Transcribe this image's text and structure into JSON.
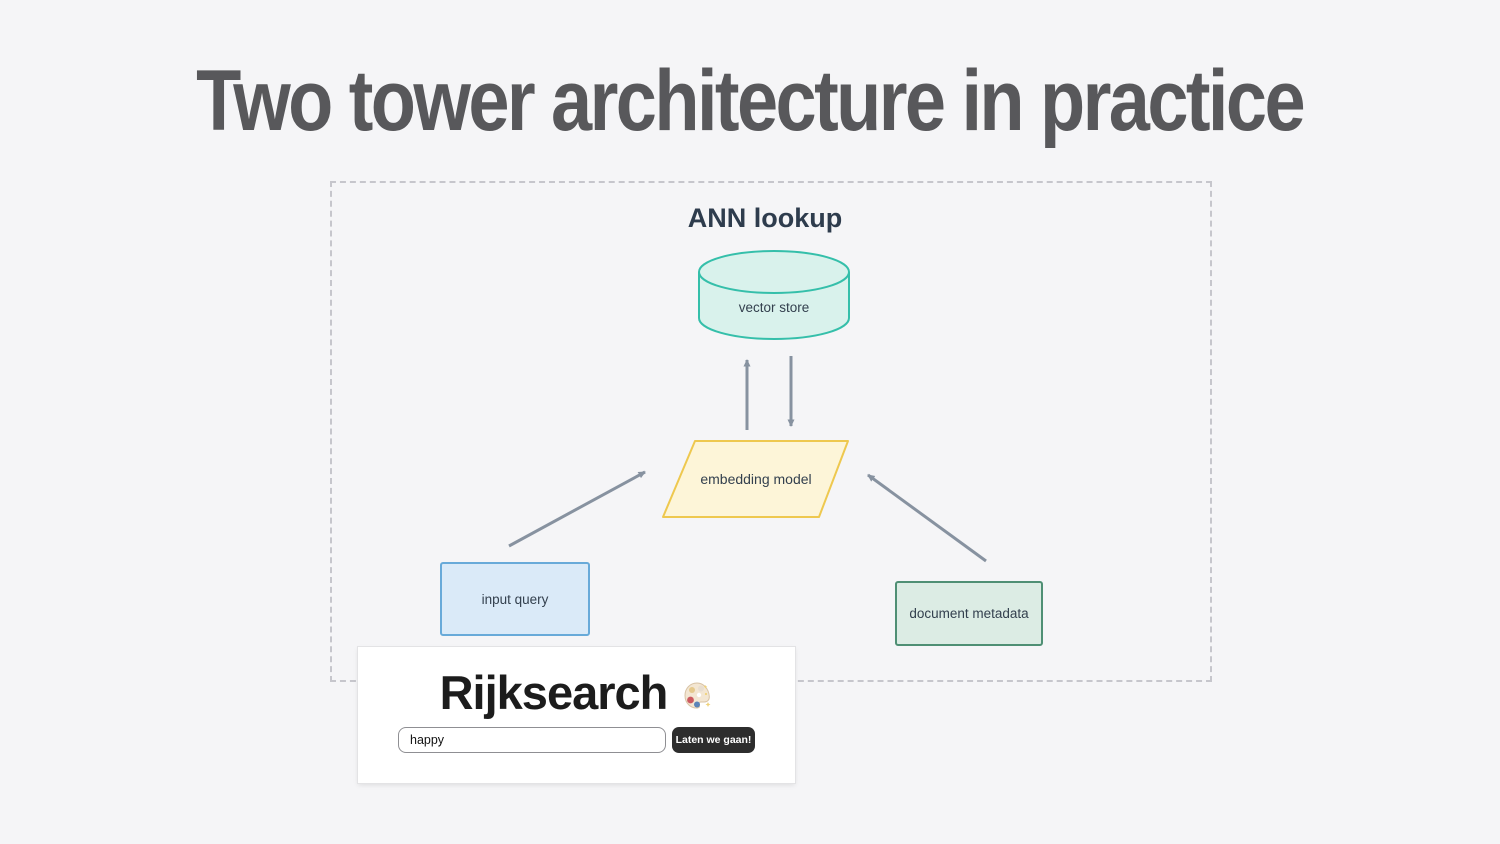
{
  "title": "Two tower architecture in practice",
  "diagram": {
    "ann_lookup_label": "ANN lookup",
    "vector_store_label": "vector store",
    "embedding_model_label": "embedding model",
    "input_query_label": "input query",
    "document_metadata_label": "document metadata",
    "colors": {
      "background": "#f5f5f7",
      "title_text": "#58585b",
      "dashed_border": "#c6c6cc",
      "cylinder_fill": "#d9f2ec",
      "cylinder_border": "#35bfaa",
      "parallelogram_fill": "#fdf5d8",
      "parallelogram_border": "#eec84f",
      "input_query_fill": "#daeaf8",
      "input_query_border": "#68aad9",
      "document_metadata_fill": "#dcece4",
      "document_metadata_border": "#4f8f74",
      "arrow": "#8792a0",
      "label_text": "#33404e"
    }
  },
  "search_card": {
    "brand": "Rijksearch",
    "logo_icon": "artist-palette-icon",
    "search_value": "happy",
    "button_label": "Laten we gaan!"
  }
}
